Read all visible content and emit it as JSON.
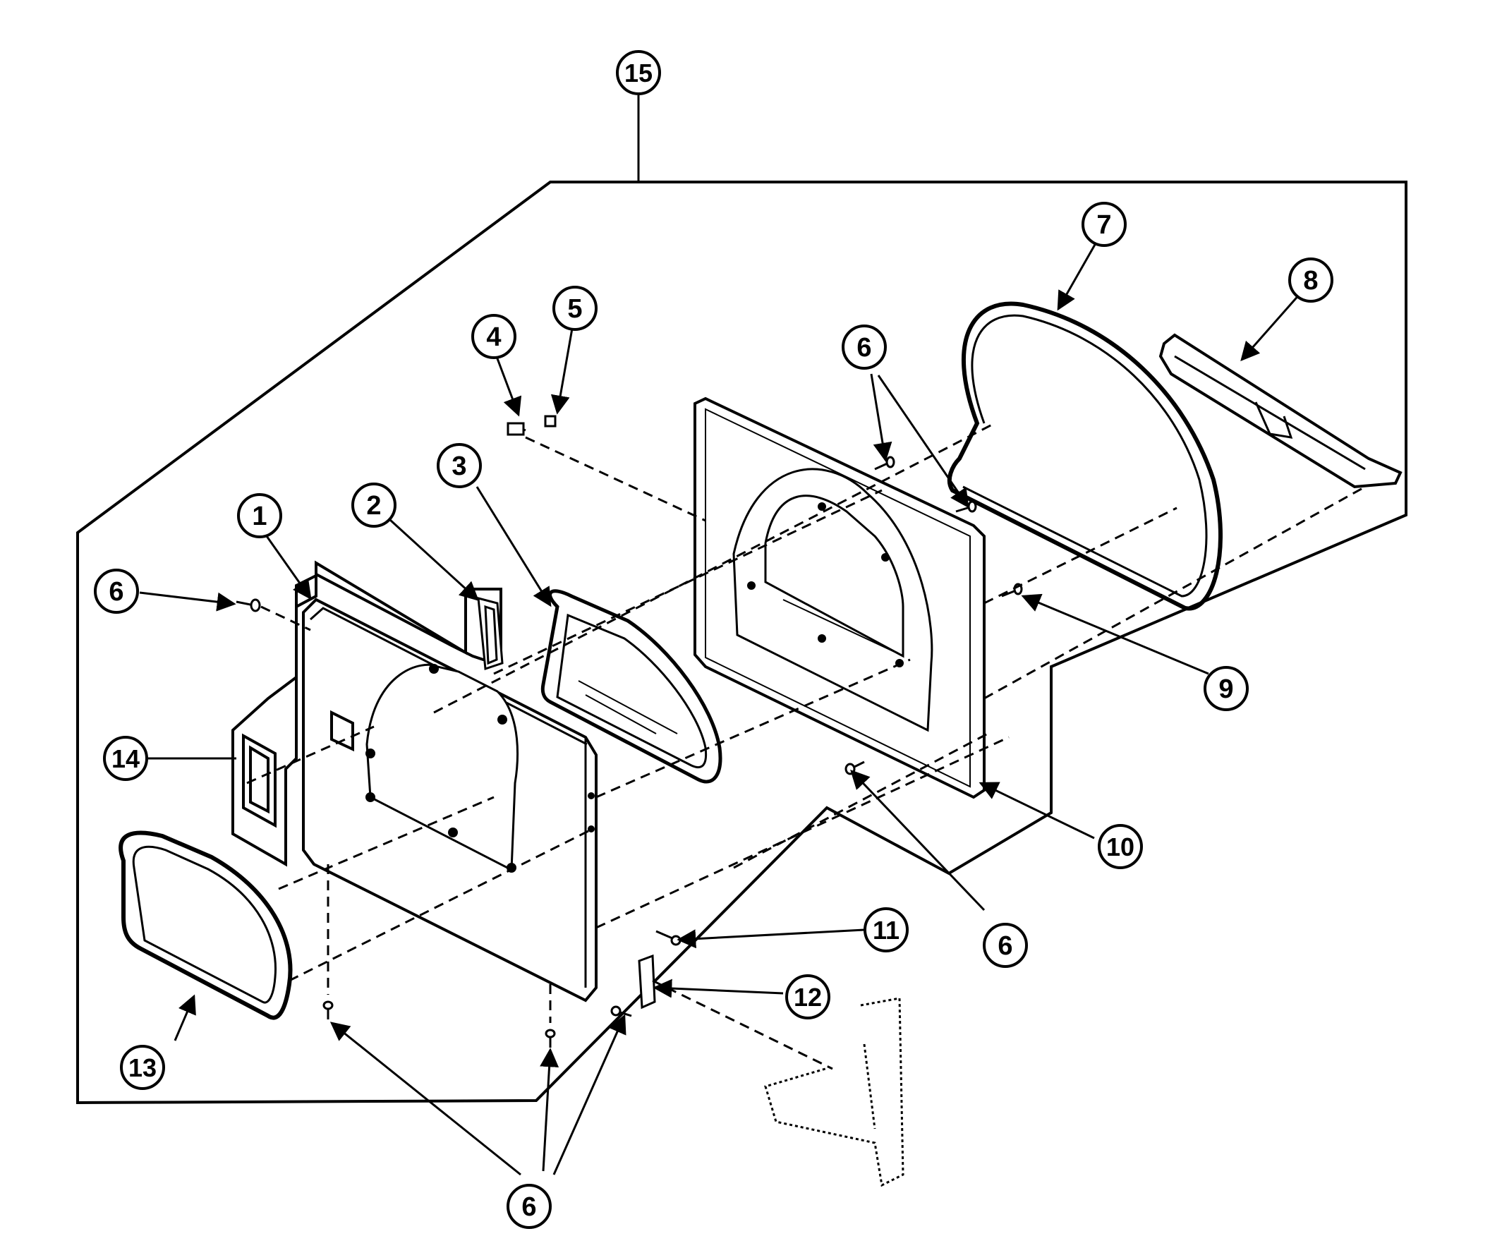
{
  "diagram": {
    "kind": "exploded-parts-view",
    "callouts": [
      {
        "id": "c15",
        "text": "15"
      },
      {
        "id": "c4",
        "text": "4"
      },
      {
        "id": "c5",
        "text": "5"
      },
      {
        "id": "c3",
        "text": "3"
      },
      {
        "id": "c6a",
        "text": "6"
      },
      {
        "id": "c7",
        "text": "7"
      },
      {
        "id": "c8",
        "text": "8"
      },
      {
        "id": "c1",
        "text": "1"
      },
      {
        "id": "c2",
        "text": "2"
      },
      {
        "id": "c6b",
        "text": "6"
      },
      {
        "id": "c9",
        "text": "9"
      },
      {
        "id": "c14",
        "text": "14"
      },
      {
        "id": "c10",
        "text": "10"
      },
      {
        "id": "c6c",
        "text": "6"
      },
      {
        "id": "c11",
        "text": "11"
      },
      {
        "id": "c12",
        "text": "12"
      },
      {
        "id": "c13",
        "text": "13"
      },
      {
        "id": "c6d",
        "text": "6"
      }
    ]
  }
}
